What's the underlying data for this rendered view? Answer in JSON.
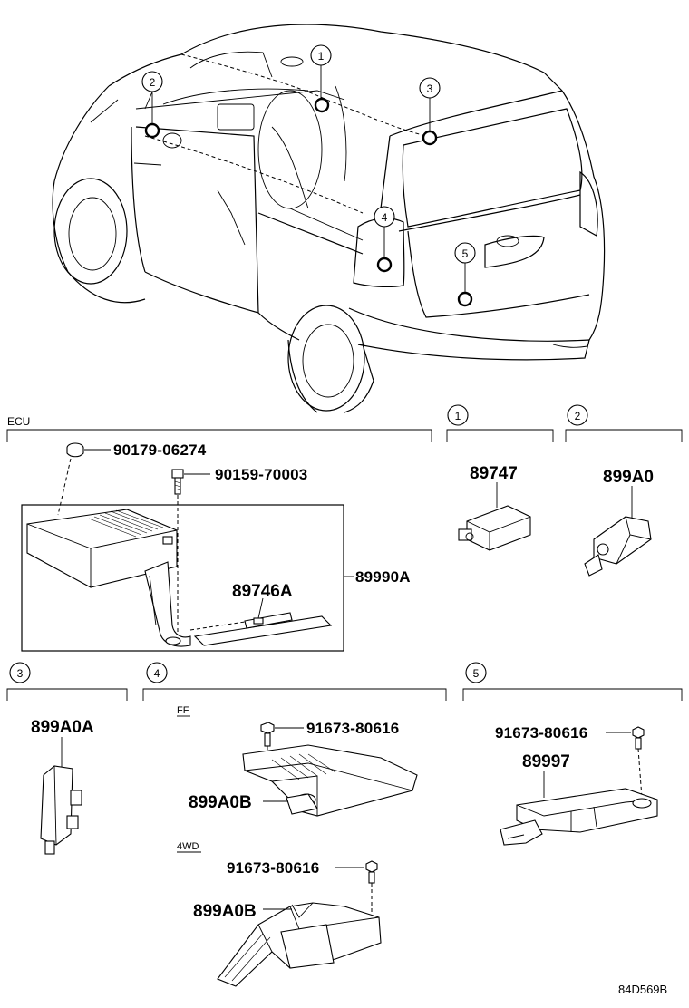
{
  "callouts": [
    "1",
    "2",
    "3",
    "4",
    "5"
  ],
  "sections": {
    "ecu": {
      "label": "ECU",
      "clip_nut": "90179-06274",
      "bolt": "90159-70003",
      "bracket": "89746A",
      "assembly": "89990A"
    },
    "s1": {
      "number": "1",
      "part": "89747"
    },
    "s2": {
      "number": "2",
      "part": "899A0"
    },
    "s3": {
      "number": "3",
      "part": "899A0A"
    },
    "s4": {
      "number": "4",
      "ff_label": "FF",
      "ff_bolt": "91673-80616",
      "ff_part": "899A0B",
      "wd_label": "4WD",
      "wd_bolt": "91673-80616",
      "wd_part": "899A0B"
    },
    "s5": {
      "number": "5",
      "bolt": "91673-80616",
      "part": "89997"
    }
  },
  "diagram_code": "84D569B"
}
